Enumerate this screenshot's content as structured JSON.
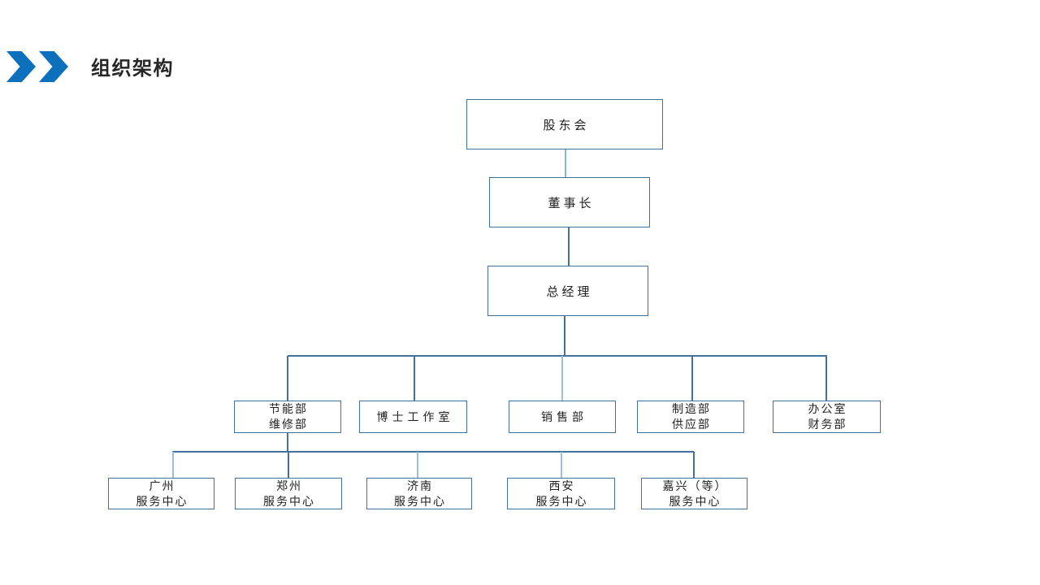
{
  "header": {
    "title": "组织架构",
    "chevron_color": "#0c70bd"
  },
  "colors": {
    "box_border": "#41719c",
    "connector": "#41719c",
    "connector_light": "#9dbfde",
    "title_text": "#262626",
    "box_text": "#222222",
    "background": "#ffffff"
  },
  "org": {
    "shareholders": {
      "label": "股东会"
    },
    "chairman": {
      "label": "董事长"
    },
    "general_manager": {
      "label": "总经理"
    },
    "departments": [
      {
        "lines": [
          "节能部",
          "维修部"
        ]
      },
      {
        "lines": [
          "博士工作室"
        ]
      },
      {
        "lines": [
          "销售部"
        ]
      },
      {
        "lines": [
          "制造部",
          "供应部"
        ]
      },
      {
        "lines": [
          "办公室",
          "财务部"
        ]
      }
    ],
    "service_centers": [
      {
        "lines": [
          "广州",
          "服务中心"
        ]
      },
      {
        "lines": [
          "郑州",
          "服务中心"
        ]
      },
      {
        "lines": [
          "济南",
          "服务中心"
        ]
      },
      {
        "lines": [
          "西安",
          "服务中心"
        ]
      },
      {
        "lines": [
          "嘉兴（等）",
          "服务中心"
        ]
      }
    ],
    "hierarchy_note": "股东会 > 董事长 > 总经理 > 5 departments; 节能部/维修部 > 5 service centers"
  }
}
